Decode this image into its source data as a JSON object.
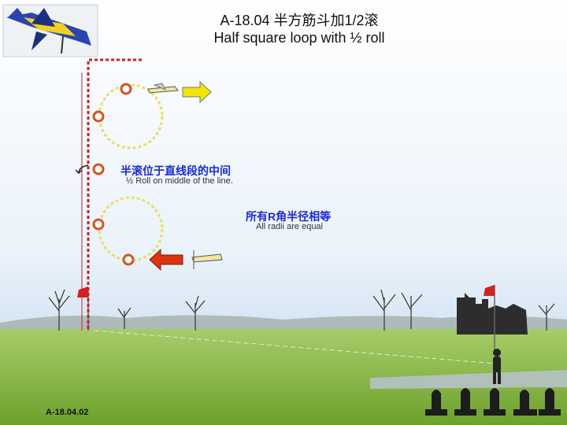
{
  "title": {
    "code_and_cn": "A-18.04 半方筋斗加1/2滚",
    "en": "Half square loop with ½ roll"
  },
  "notes": {
    "roll_cn": "半滚位于直线段的中间",
    "roll_en": "½ Roll on middle of the line.",
    "radii_cn": "所有R角半径相等",
    "radii_en": "All radii are equal"
  },
  "footer_code": "A-18.04.02",
  "colors": {
    "sky_top": "#b9d4ef",
    "sky_bottom": "#f4f8fc",
    "grass": "#7fb23a",
    "path_red": "#cc2222",
    "radius_yellow": "#e8e060",
    "marker_ring": "#d9541f",
    "arrow_yellow": "#f2e600",
    "arrow_red": "#dd3311",
    "note_blue": "#1a2bd8"
  },
  "icons": [
    "plane-icon",
    "flag-icon",
    "pilot-icon",
    "spectator-icon",
    "tree-icon",
    "castle-icon"
  ]
}
